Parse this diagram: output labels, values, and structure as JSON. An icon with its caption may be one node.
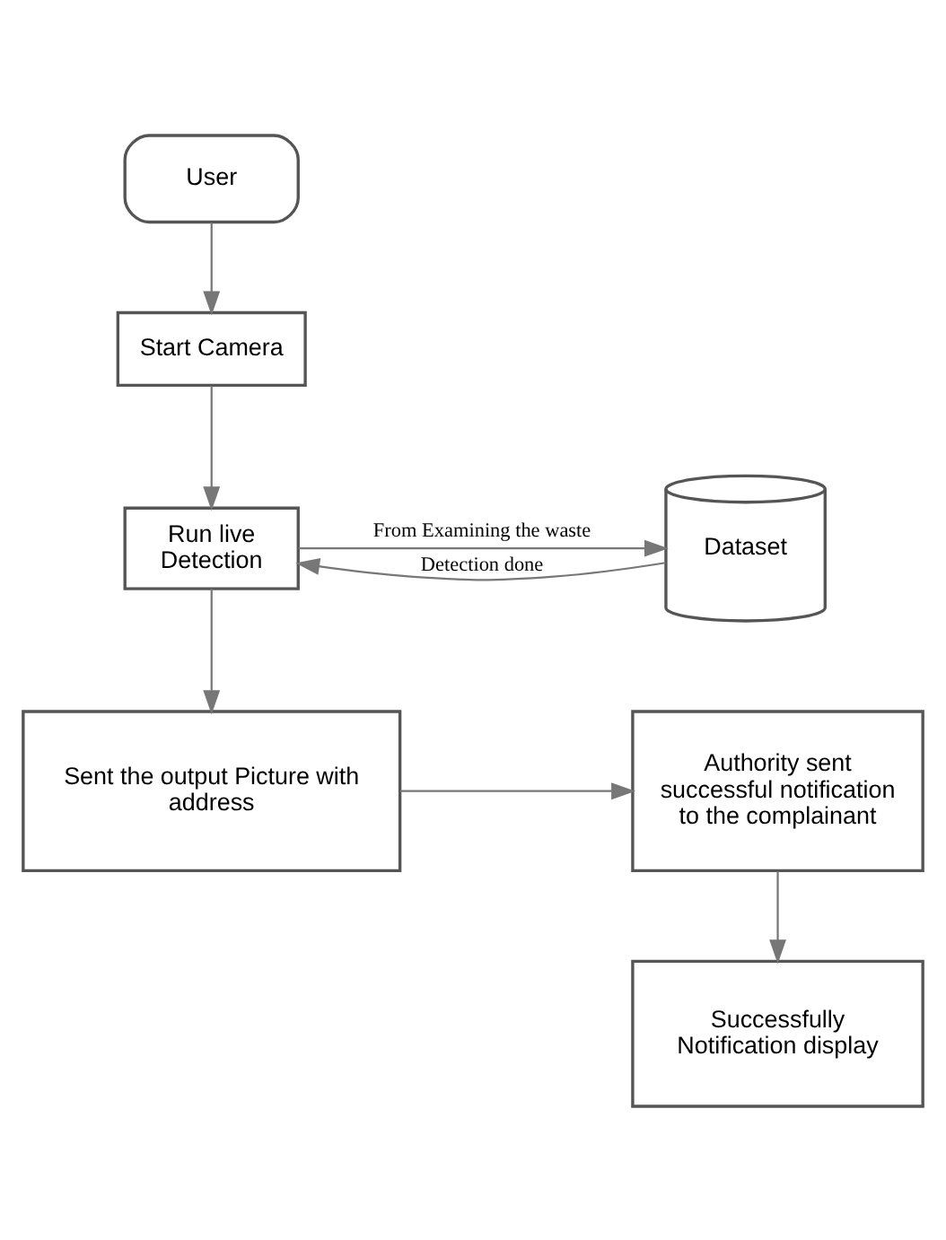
{
  "diagram": {
    "nodes": [
      {
        "text": [
          "User"
        ]
      },
      {
        "text": [
          "Start Camera"
        ]
      },
      {
        "text": [
          "Run live Detection"
        ]
      },
      {
        "text": [
          "Dataset"
        ]
      },
      {
        "text": [
          "Sent the output Picture with address"
        ]
      },
      {
        "text": [
          "Authority sent successful notification to the complainant"
        ]
      },
      {
        "text": [
          "Successfully Notification display"
        ]
      }
    ],
    "edges": [
      {
        "from": 0,
        "to": 1,
        "arrow": "to"
      },
      {
        "from": 1,
        "to": 2,
        "arrow": "to"
      },
      {
        "from": 2,
        "to": 3,
        "arrow": "to",
        "label": "From Examining the waste"
      },
      {
        "from": 3,
        "to": 2,
        "arrow": "to",
        "label": "Detection done"
      },
      {
        "from": 2,
        "to": 4,
        "arrow": "to"
      },
      {
        "from": 4,
        "to": 5,
        "arrow": "to"
      },
      {
        "from": 5,
        "to": 6,
        "arrow": "to"
      }
    ]
  }
}
